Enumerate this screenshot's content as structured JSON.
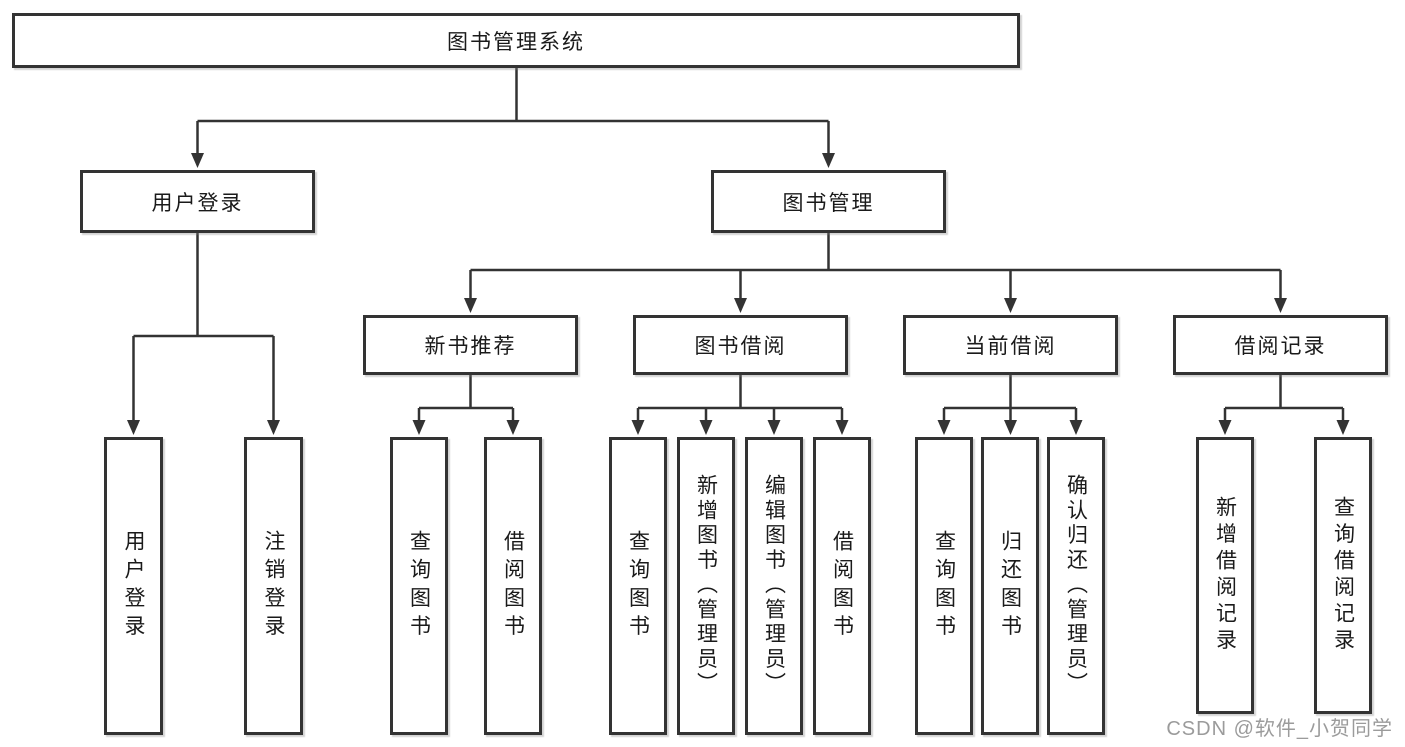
{
  "root": {
    "label": "图书管理系统"
  },
  "branches": {
    "user_login": {
      "label": "用户登录",
      "children": [
        "用户登录",
        "注销登录"
      ]
    },
    "book_mgmt": {
      "label": "图书管理",
      "children": {
        "new_book": {
          "label": "新书推荐",
          "children": [
            "查询图书",
            "借阅图书"
          ]
        },
        "borrowing": {
          "label": "图书借阅",
          "children": [
            "查询图书",
            "新增图书（管理员）",
            "编辑图书（管理员）",
            "借阅图书"
          ]
        },
        "current": {
          "label": "当前借阅",
          "children": [
            "查询图书",
            "归还图书",
            "确认归还（管理员）"
          ]
        },
        "records": {
          "label": "借阅记录",
          "children": [
            "新增借阅记录",
            "查询借阅记录"
          ]
        }
      }
    }
  },
  "watermark": "CSDN @软件_小贺同学",
  "colors": {
    "line": "#333333",
    "text": "#1a1a1a",
    "watermark": "#9b9b9b",
    "background": "#ffffff"
  }
}
